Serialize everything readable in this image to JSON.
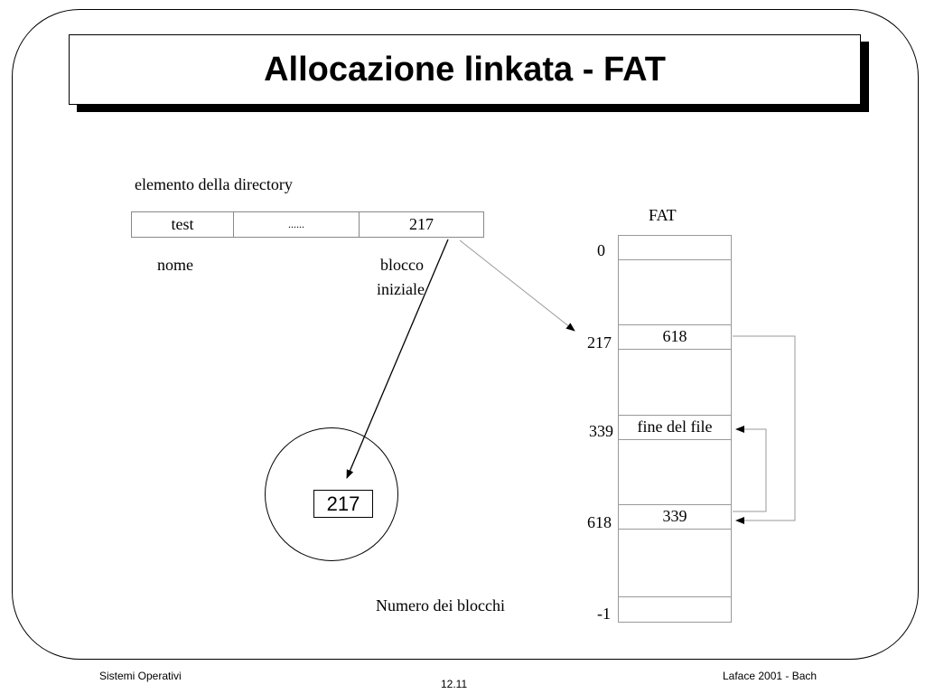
{
  "title": "Allocazione linkata - FAT",
  "directory_entry": {
    "caption": "elemento della directory",
    "cells": [
      "test",
      "......",
      "217"
    ],
    "labels": {
      "name": "nome",
      "start_block_line1": "blocco",
      "start_block_line2": "iniziale"
    }
  },
  "fat": {
    "caption": "FAT",
    "indices": [
      "0",
      "217",
      "339",
      "618",
      "-1"
    ],
    "entries": [
      {
        "index": "217",
        "value": "618"
      },
      {
        "index": "339",
        "value": "fine del file"
      },
      {
        "index": "618",
        "value": "339"
      }
    ]
  },
  "disk": {
    "block_label": "217",
    "caption": "Numero dei blocchi"
  },
  "footer": {
    "left": "Sistemi Operativi",
    "center": "12.11",
    "right": "Laface 2001 - Bach"
  }
}
